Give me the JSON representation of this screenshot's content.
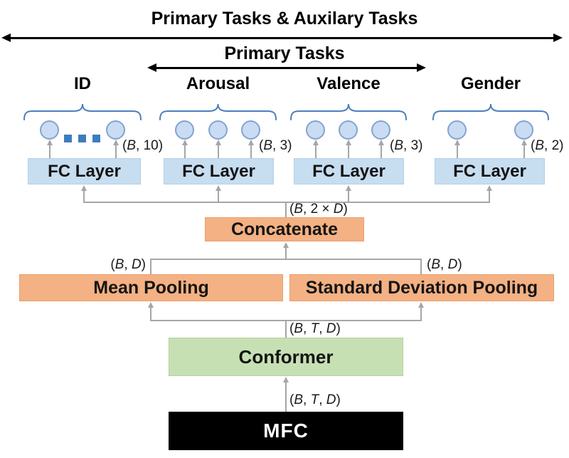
{
  "headers": {
    "all_tasks": "Primary Tasks & Auxilary Tasks",
    "primary_tasks": "Primary Tasks"
  },
  "tasks": [
    {
      "label": "ID",
      "dim": "(B, 10)",
      "units": 2,
      "ellipsis": true
    },
    {
      "label": "Arousal",
      "dim": "(B, 3)",
      "units": 3,
      "ellipsis": false
    },
    {
      "label": "Valence",
      "dim": "(B, 3)",
      "units": 3,
      "ellipsis": false
    },
    {
      "label": "Gender",
      "dim": "(B, 2)",
      "units": 2,
      "ellipsis": false
    }
  ],
  "fc_label": "FC Layer",
  "blocks": {
    "concatenate": "Concatenate",
    "mean_pooling": "Mean Pooling",
    "std_pooling": "Standard Deviation Pooling",
    "conformer": "Conformer",
    "mfc": "MFC"
  },
  "dims": {
    "concat_out": "(B, 2 × D)",
    "mean_out": "(B, D)",
    "std_out": "(B, D)",
    "conformer_out": "(B, T, D)",
    "mfc_out": "(B, T, D)"
  },
  "colors": {
    "fc_box": "#c7ddf0",
    "fc_border": "#b3d0e8",
    "orange_box": "#f4b183",
    "orange_border": "#e9a06b",
    "green_box": "#c6e0b4",
    "green_border": "#b2d29a",
    "mfc_box": "#000000",
    "neuron_fill": "#c9dcf3",
    "neuron_border": "#84a3d1",
    "dots": "#3e7cbf",
    "connector": "#a6a6a6",
    "brace": "#4d7ebb",
    "arrow_black": "#000000"
  }
}
